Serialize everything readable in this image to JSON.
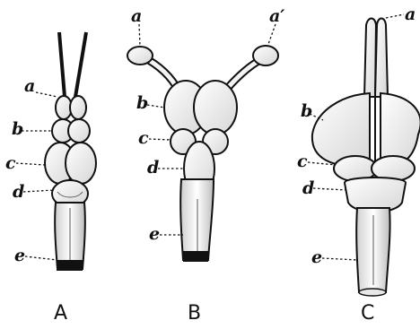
{
  "figure": {
    "panels": [
      {
        "caption": "A",
        "labels": {
          "a": "a",
          "b": "b",
          "c": "c",
          "d": "d",
          "e": "e"
        }
      },
      {
        "caption": "B",
        "labels": {
          "a": "a",
          "a_prime": "a′",
          "b": "b",
          "c": "c",
          "d": "d",
          "e": "e"
        }
      },
      {
        "caption": "C",
        "labels": {
          "a": "a",
          "b": "b",
          "c": "c",
          "d": "d",
          "e": "e"
        }
      }
    ]
  }
}
